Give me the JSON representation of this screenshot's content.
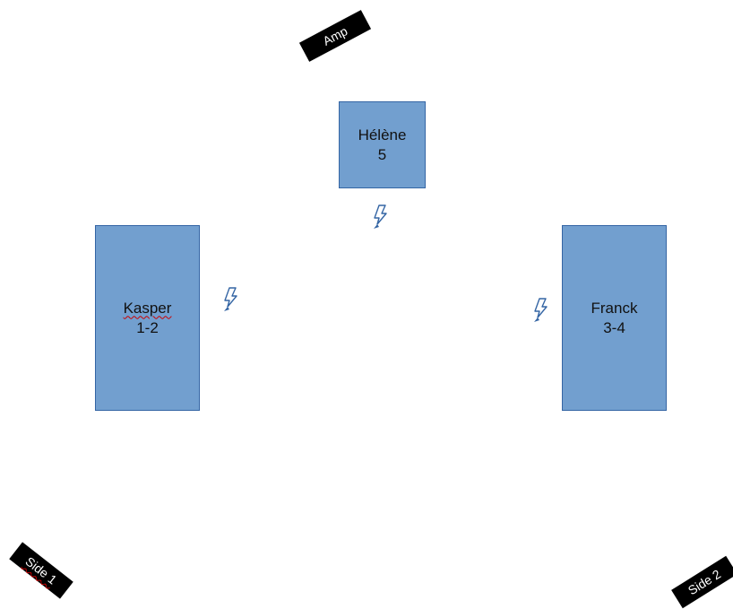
{
  "speakers": {
    "amp": {
      "label": "Amp"
    },
    "side1": {
      "label": "Side 1"
    },
    "side2": {
      "label": "Side 2"
    }
  },
  "positions": {
    "helene": {
      "name": "Hélène",
      "channels": "5"
    },
    "kasper": {
      "name": "Kasper",
      "channels": "1-2"
    },
    "franck": {
      "name": "Franck",
      "channels": "3-4"
    }
  },
  "colors": {
    "box_fill": "#729fcf",
    "box_border": "#3465a4",
    "tag_fill": "#000000",
    "tag_text": "#ffffff",
    "bolt": "#3465a4"
  },
  "icons": {
    "bolt": "lightning-bolt-icon"
  }
}
